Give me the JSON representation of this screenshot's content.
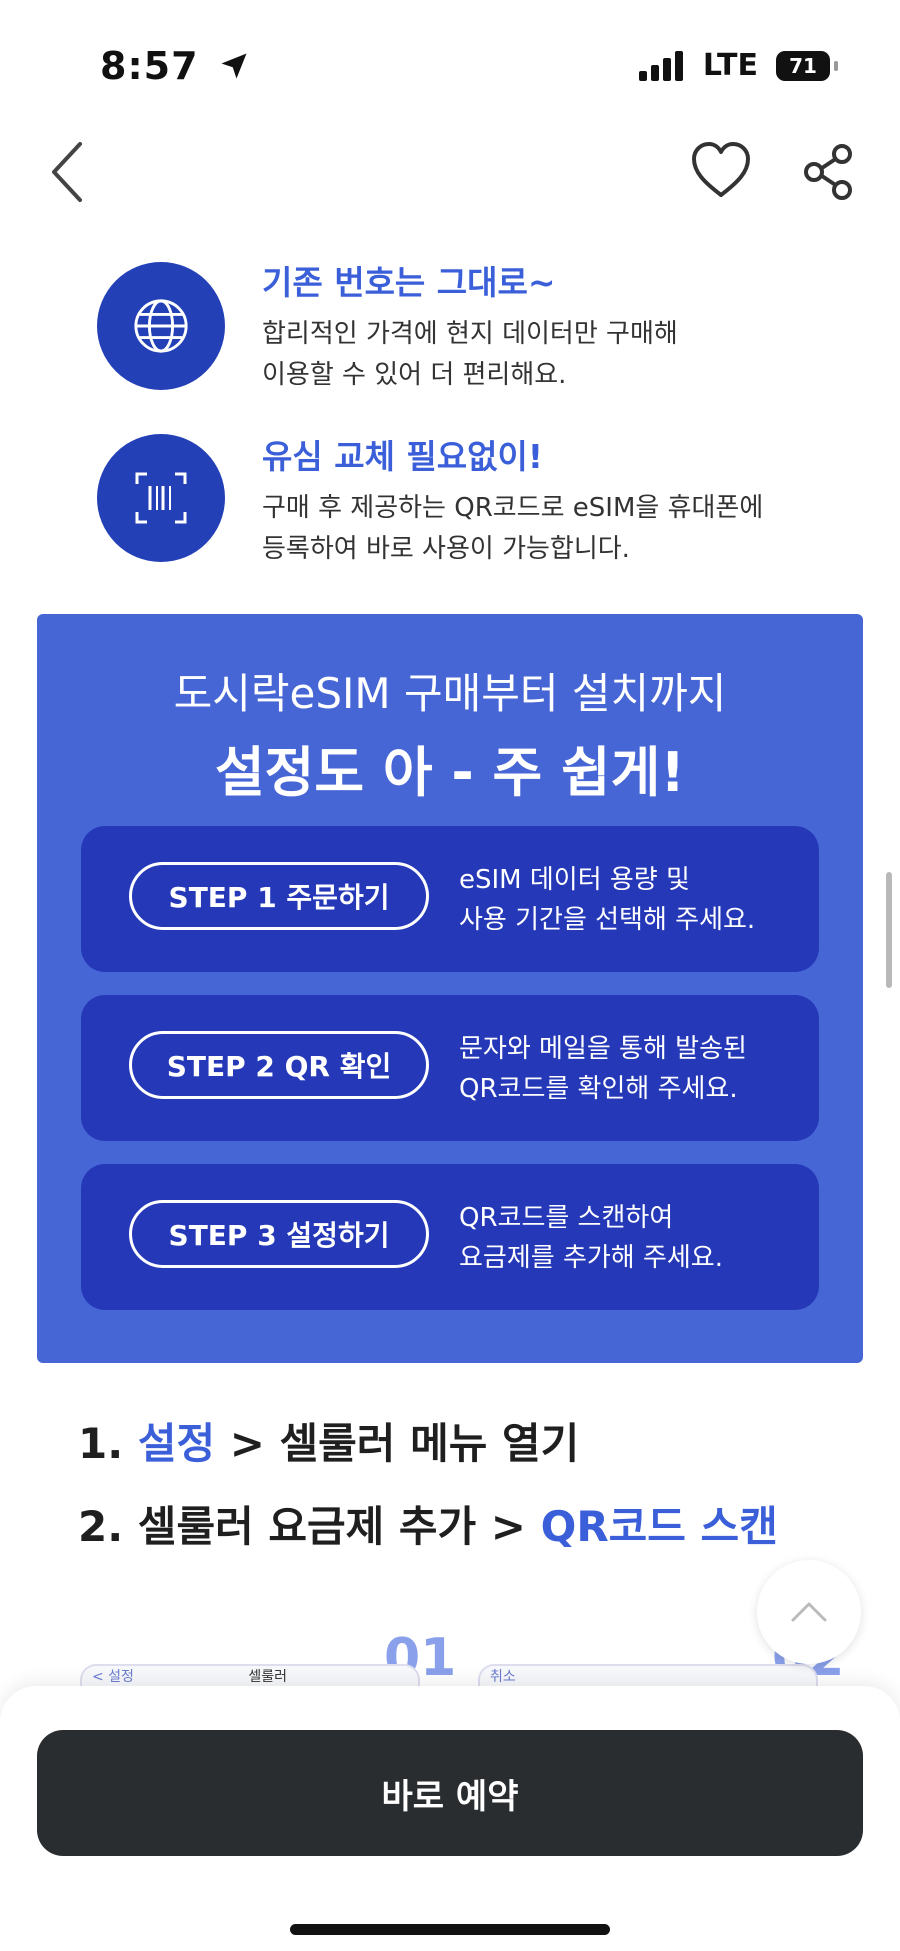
{
  "status_bar": {
    "time": "8:57",
    "network": "LTE",
    "battery": "71"
  },
  "features": [
    {
      "title": "기존 번호는 그대로~",
      "lines": [
        "합리적인 가격에 현지 데이터만 구매해",
        "이용할 수 있어 더 편리해요."
      ],
      "icon": "globe-icon"
    },
    {
      "title": "유심 교체 필요없이!",
      "lines": [
        "구매 후 제공하는 QR코드로 eSIM을 휴대폰에",
        "등록하여 바로 사용이 가능합니다."
      ],
      "icon": "qr-scan-icon"
    }
  ],
  "panel": {
    "subtitle": "도시락eSIM 구매부터 설치까지",
    "title": "설정도 아 - 주 쉽게!",
    "steps": [
      {
        "label": "STEP 1  주문하기",
        "lines": [
          "eSIM 데이터 용량 및",
          "사용 기간을 선택해 주세요."
        ]
      },
      {
        "label": "STEP 2  QR 확인",
        "lines": [
          "문자와 메일을 통해 발송된",
          "QR코드를 확인해 주세요."
        ]
      },
      {
        "label": "STEP 3  설정하기",
        "lines": [
          "QR코드를 스캔하여",
          "요금제를 추가해 주세요."
        ]
      }
    ]
  },
  "instructions": {
    "line1": {
      "prefix": "1. ",
      "highlight": "설정",
      "rest": " > 셀룰러 메뉴 열기"
    },
    "line2": {
      "prefix": "2. 셀룰러 요금제 추가 > ",
      "highlight": "QR코드 스캔"
    }
  },
  "screens": {
    "num1": "01",
    "num2": "02",
    "peek1_left": "< 설정",
    "peek1_center": "셀룰러",
    "peek2_left": "취소"
  },
  "cta": {
    "label": "바로 예약"
  },
  "colors": {
    "accent": "#3a5fd9",
    "panel": "#4766d6",
    "card": "#2438b8",
    "circle": "#2340b6",
    "cta": "#2a2d30"
  }
}
